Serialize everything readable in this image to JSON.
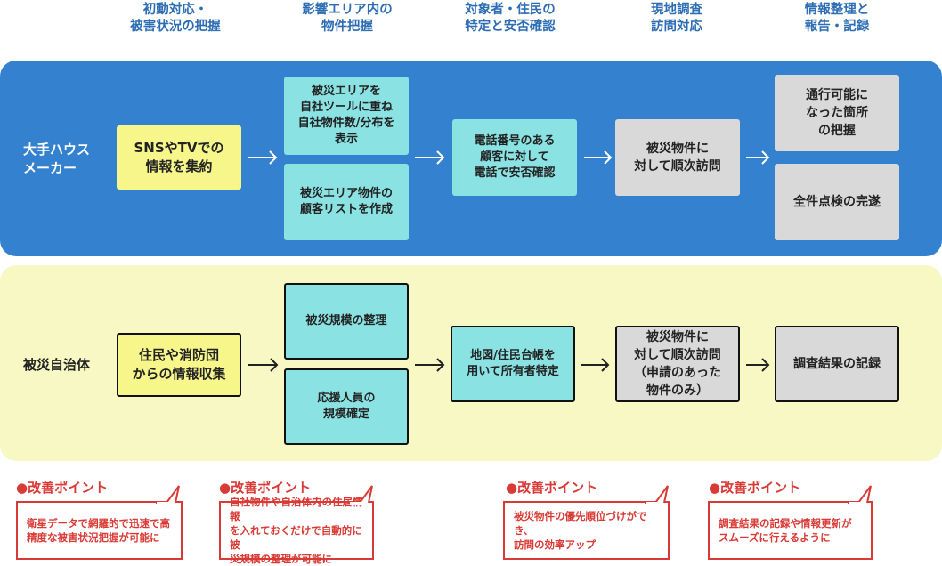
{
  "headers": [
    "初動対応・\n被害状況の把握",
    "影響エリア内の\n物件把握",
    "対象者・住民の\n特定と安否確認",
    "現地調査\n訪問対応",
    "情報整理と\n報告・記録"
  ],
  "rows": [
    {
      "label": "大手ハウス\nメーカー",
      "boxes": [
        "SNSやTVでの\n情報を集約",
        "被災エリアを\n自社ツールに重ね\n自社物件数/分布を\n表示",
        "被災エリア物件の\n顧客リストを作成",
        "電話番号のある\n顧客に対して\n電話で安否確認",
        "被災物件に\n対して順次訪問",
        "通行可能に\nなった箇所\nの把握",
        "全件点検の完遂"
      ]
    },
    {
      "label": "被災自治体",
      "boxes": [
        "住民や消防団\nからの情報収集",
        "被災規模の整理",
        "応援人員の\n規模確定",
        "地図/住民台帳を\n用いて所有者特定",
        "被災物件に\n対して順次訪問\n（申請のあった\n物件のみ）",
        "調査結果の記録"
      ]
    }
  ],
  "callouts": [
    {
      "title": "●改善ポイント",
      "text": "衛星データで網羅的で迅速で高\n精度な被害状況把握が可能に"
    },
    {
      "title": "●改善ポイント",
      "text": "自社物件や自治体内の住居情報\nを入れておくだけで自動的に被\n災規模の整理が可能に"
    },
    {
      "title": "●改善ポイント",
      "text": "被災物件の優先順位づけができ、\n訪問の効率アップ"
    },
    {
      "title": "●改善ポイント",
      "text": "調査結果の記録や情報更新が\nスムーズに行えるように"
    }
  ],
  "colors": {
    "blue": "#3481cf",
    "yellow_band": "#f7f8c3",
    "cyan": "#8be2e3",
    "accent_red": "#d93a35"
  }
}
